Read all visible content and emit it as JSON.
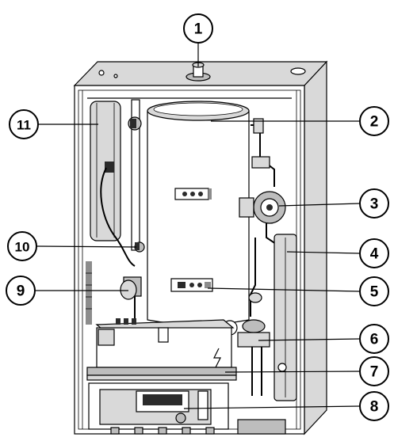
{
  "callouts": [
    {
      "id": "1",
      "label": "1"
    },
    {
      "id": "2",
      "label": "2"
    },
    {
      "id": "3",
      "label": "3"
    },
    {
      "id": "4",
      "label": "4"
    },
    {
      "id": "5",
      "label": "5"
    },
    {
      "id": "6",
      "label": "6"
    },
    {
      "id": "7",
      "label": "7"
    },
    {
      "id": "8",
      "label": "8"
    },
    {
      "id": "9",
      "label": "9"
    },
    {
      "id": "10",
      "label": "10"
    },
    {
      "id": "11",
      "label": "11"
    }
  ],
  "colors": {
    "line": "#000000",
    "background": "#ffffff",
    "shade_light": "#d9d9d9",
    "shade_mid": "#bdbdbd",
    "shade_dark": "#8c8c8c"
  }
}
